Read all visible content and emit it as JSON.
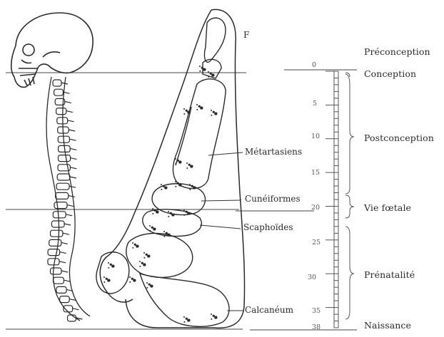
{
  "fragment": "F",
  "stages": [
    {
      "key": "preconception",
      "label": "Préconception"
    },
    {
      "key": "conception",
      "label": "Conception"
    },
    {
      "key": "postconception",
      "label": "Postconception"
    },
    {
      "key": "vie_foetale",
      "label": "Vie fœtale"
    },
    {
      "key": "prenatalite",
      "label": "Prénatalité"
    },
    {
      "key": "naissance",
      "label": "Naissance"
    }
  ],
  "bones": [
    {
      "key": "metatarsiens",
      "label": "Métartasiens"
    },
    {
      "key": "cuneiformes",
      "label": "Cunéiformes"
    },
    {
      "key": "scaphoides",
      "label": "Scaphoïdes"
    },
    {
      "key": "calcaneum",
      "label": "Calcanéum"
    }
  ],
  "scale": {
    "ticks": [
      "0",
      "5",
      "10",
      "15",
      "20",
      "25",
      "30",
      "35",
      "38"
    ]
  }
}
